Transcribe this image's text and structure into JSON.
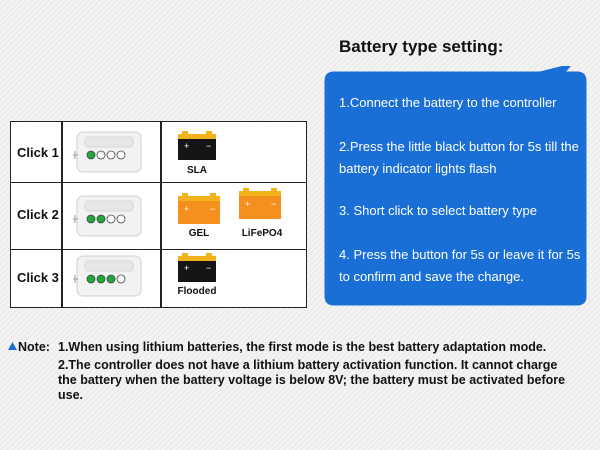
{
  "heading": "Battery type setting:",
  "steps": [
    "1.Connect the battery to the controller",
    "2.Press the little black button for 5s till the battery indicator lights flash",
    "3. Short click to select battery type",
    "4. Press the button for 5s or leave it for 5s to confirm and save the change."
  ],
  "table": {
    "rows": [
      {
        "label": "Click 1",
        "lit_leds": 1,
        "batteries": [
          "SLA"
        ]
      },
      {
        "label": "Click 2",
        "lit_leds": 2,
        "batteries": [
          "GEL",
          "LiFePO4"
        ]
      },
      {
        "label": "Click 3",
        "lit_leds": 3,
        "batteries": [
          "Flooded"
        ]
      }
    ]
  },
  "note": {
    "label": "Note:",
    "line1": "1.When using lithium batteries, the first mode is the best battery adaptation mode.",
    "line2": "2.The controller does not have a lithium battery activation function. It cannot charge the battery when the battery voltage is below 8V; the battery must be activated before use."
  },
  "colors": {
    "bubble": "#1a6fd6",
    "led_on": "#22a83a",
    "battery_black": "#151515",
    "battery_orange": "#f5901e",
    "battery_top": "#f2b31a"
  }
}
